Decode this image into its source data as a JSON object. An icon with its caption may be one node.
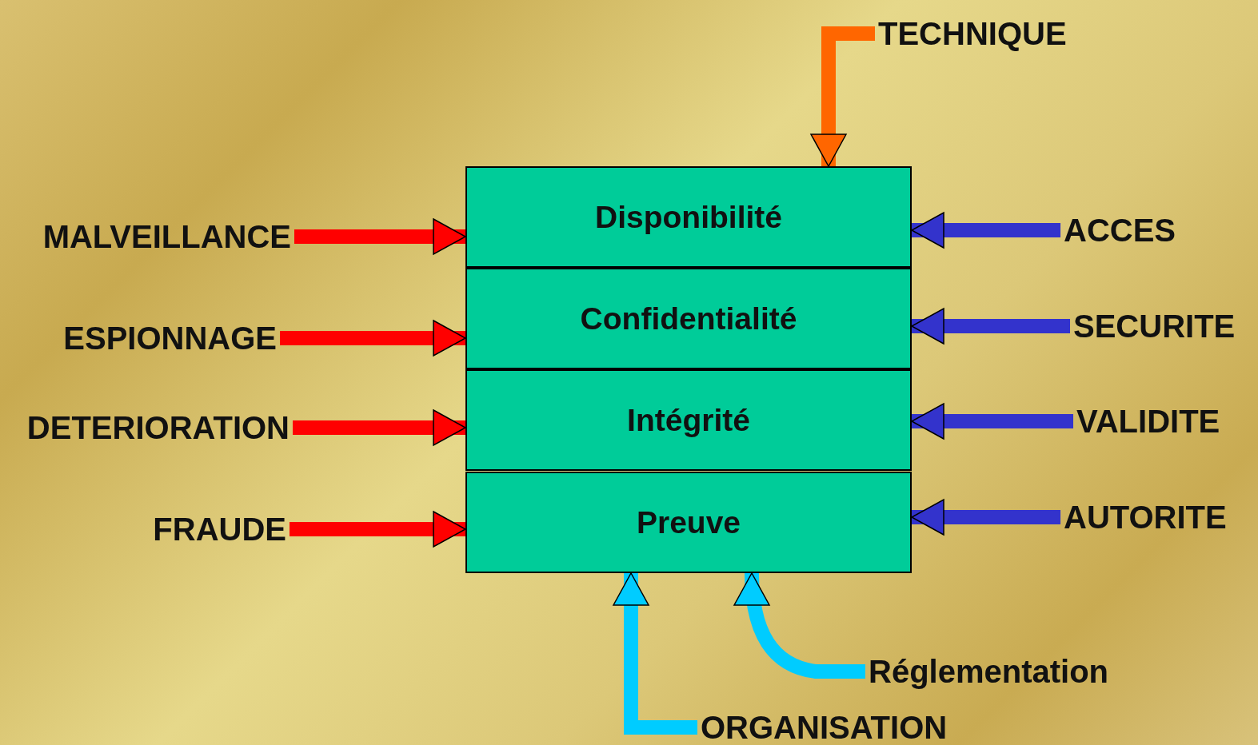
{
  "diagram": {
    "nodes": [
      {
        "text": [
          "Disponibilité"
        ]
      },
      {
        "text": [
          "Confidentialité"
        ]
      },
      {
        "text": [
          "Intégrité"
        ]
      },
      {
        "text": [
          "Preuve"
        ]
      },
      {
        "text": [
          "TECHNIQUE"
        ]
      },
      {
        "text": [
          "MALVEILLANCE"
        ]
      },
      {
        "text": [
          "ACCES"
        ]
      },
      {
        "text": [
          "ESPIONNAGE"
        ]
      },
      {
        "text": [
          "SECURITE"
        ]
      },
      {
        "text": [
          "DETERIORATION"
        ]
      },
      {
        "text": [
          "VALIDITE"
        ]
      },
      {
        "text": [
          "FRAUDE"
        ]
      },
      {
        "text": [
          "AUTORITE"
        ]
      },
      {
        "text": [
          "Réglementation"
        ]
      },
      {
        "text": [
          "ORGANISATION"
        ]
      }
    ],
    "edges": [
      {
        "from": 4,
        "to": 0,
        "arrow": "to",
        "color": "#ff6600"
      },
      {
        "from": 5,
        "to": 0,
        "arrow": "to",
        "color": "#ff0000"
      },
      {
        "from": 7,
        "to": 1,
        "arrow": "to",
        "color": "#ff0000"
      },
      {
        "from": 9,
        "to": 2,
        "arrow": "to",
        "color": "#ff0000"
      },
      {
        "from": 11,
        "to": 3,
        "arrow": "to",
        "color": "#ff0000"
      },
      {
        "from": 6,
        "to": 0,
        "arrow": "to",
        "color": "#3333cc"
      },
      {
        "from": 8,
        "to": 1,
        "arrow": "to",
        "color": "#3333cc"
      },
      {
        "from": 10,
        "to": 2,
        "arrow": "to",
        "color": "#3333cc"
      },
      {
        "from": 12,
        "to": 3,
        "arrow": "to",
        "color": "#3333cc"
      },
      {
        "from": 14,
        "to": 3,
        "arrow": "to",
        "color": "#00ccff"
      },
      {
        "from": 13,
        "to": 3,
        "arrow": "to",
        "color": "#00ccff"
      }
    ]
  }
}
